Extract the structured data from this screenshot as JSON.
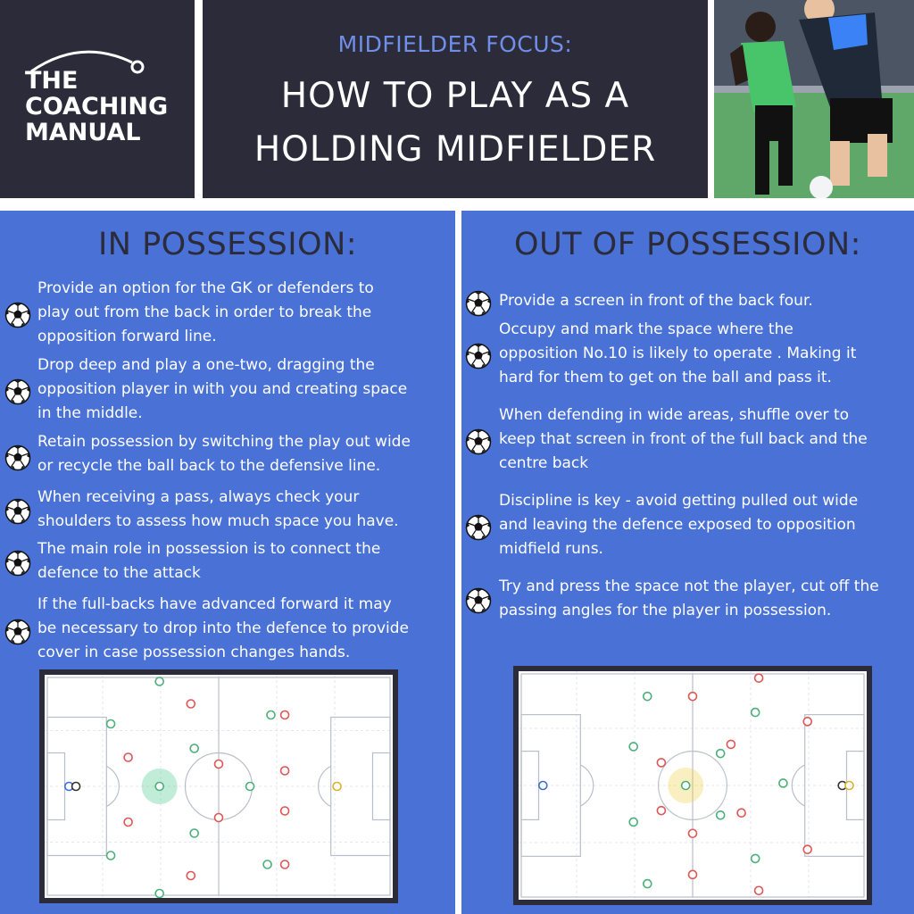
{
  "brand": {
    "logo_line1": "THE",
    "logo_line2": "COACHING",
    "logo_line3": "MANUAL",
    "watermark": "THE COACHING MANUAL"
  },
  "header": {
    "kicker": "MIDFIELDER FOCUS:",
    "title_line1": "HOW TO PLAY AS A",
    "title_line2": "HOLDING MIDFIELDER"
  },
  "in_possession": {
    "heading": "IN POSSESSION:",
    "bullets": [
      {
        "lines": [
          "Provide an option for the GK or defenders to",
          "play out from the back in order to break the",
          "opposition forward line."
        ]
      },
      {
        "lines": [
          "Drop deep and play a one-two, dragging the",
          "opposition player in with you and creating space",
          "in the middle."
        ]
      },
      {
        "lines": [
          "Retain possession by switching the play out wide",
          "or recycle the ball back to the defensive line."
        ]
      },
      {
        "lines": [
          "When receiving a pass, always check your",
          "shoulders to assess how much space you have."
        ]
      },
      {
        "lines": [
          "The main role in possession is to connect the",
          "defence to the attack"
        ]
      },
      {
        "lines": [
          "If the full-backs have advanced forward it may",
          "be necessary to drop into the defence to provide",
          "cover in case possession changes hands."
        ]
      }
    ]
  },
  "out_of_possession": {
    "heading": "OUT OF POSSESSION:",
    "bullets": [
      {
        "lines": [
          "Provide a screen in front of the back four."
        ]
      },
      {
        "lines": [
          "Occupy and mark the space where the",
          "opposition No.10 is likely to operate . Making it",
          "hard for them to get on the ball and pass it."
        ]
      },
      {
        "lines": [
          "When defending in wide areas, shuffle over to",
          "keep that screen in front of the full back and the",
          "centre back"
        ]
      },
      {
        "lines": [
          "Discipline is key - avoid getting pulled out wide",
          "and leaving the defence exposed to opposition",
          "midfield runs."
        ]
      },
      {
        "lines": [
          "Try and press the space not the player, cut off the",
          "passing angles for the player in possession."
        ]
      }
    ]
  },
  "colors": {
    "dark": "#2b2b3a",
    "panel": "#4a72d6",
    "kicker": "#6f8fe8",
    "team_green": "#4caf7a",
    "team_red": "#e05555",
    "gk_blue": "#3a6fd8",
    "gk_yellow": "#e0b030"
  },
  "icons": {
    "bullet": "soccer-ball-icon"
  }
}
